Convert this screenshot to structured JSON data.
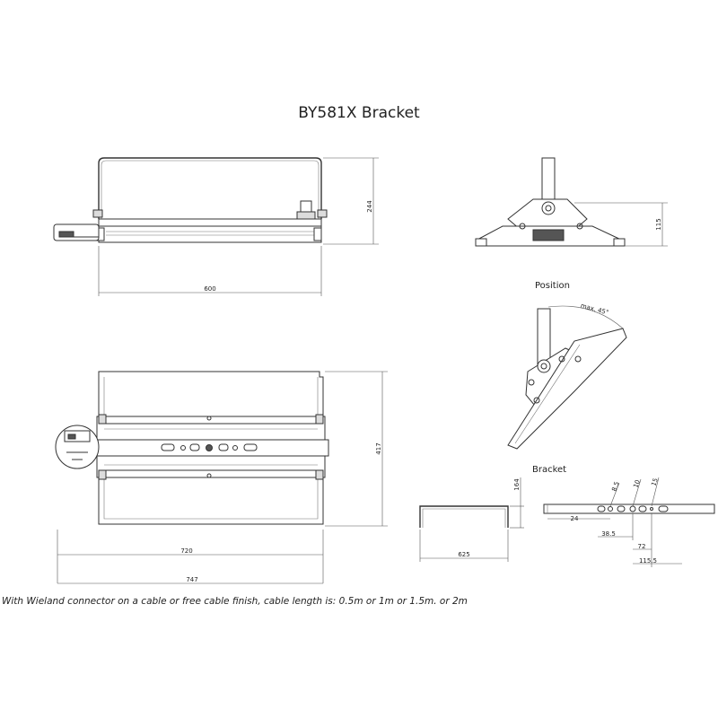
{
  "title": "BY581X Bracket",
  "labels": {
    "position": "Position",
    "bracket": "Bracket",
    "angle": "max. 45°"
  },
  "dimensions": {
    "top_height": "244",
    "top_width": "600",
    "side_height": "115",
    "front_height": "417",
    "front_width_inner": "720",
    "front_width_outer": "747",
    "bracket_height": "164",
    "bracket_width": "625",
    "hole_offset_1": "24",
    "hole_offset_2": "38.5",
    "hole_offset_3": "72",
    "hole_offset_4": "115.5",
    "hole_d1": "8.5",
    "hole_d2": "10",
    "hole_d3": "15"
  },
  "footer": "With Wieland connector on a cable or free cable finish, cable length is: 0.5m or 1m or 1.5m. or 2m"
}
